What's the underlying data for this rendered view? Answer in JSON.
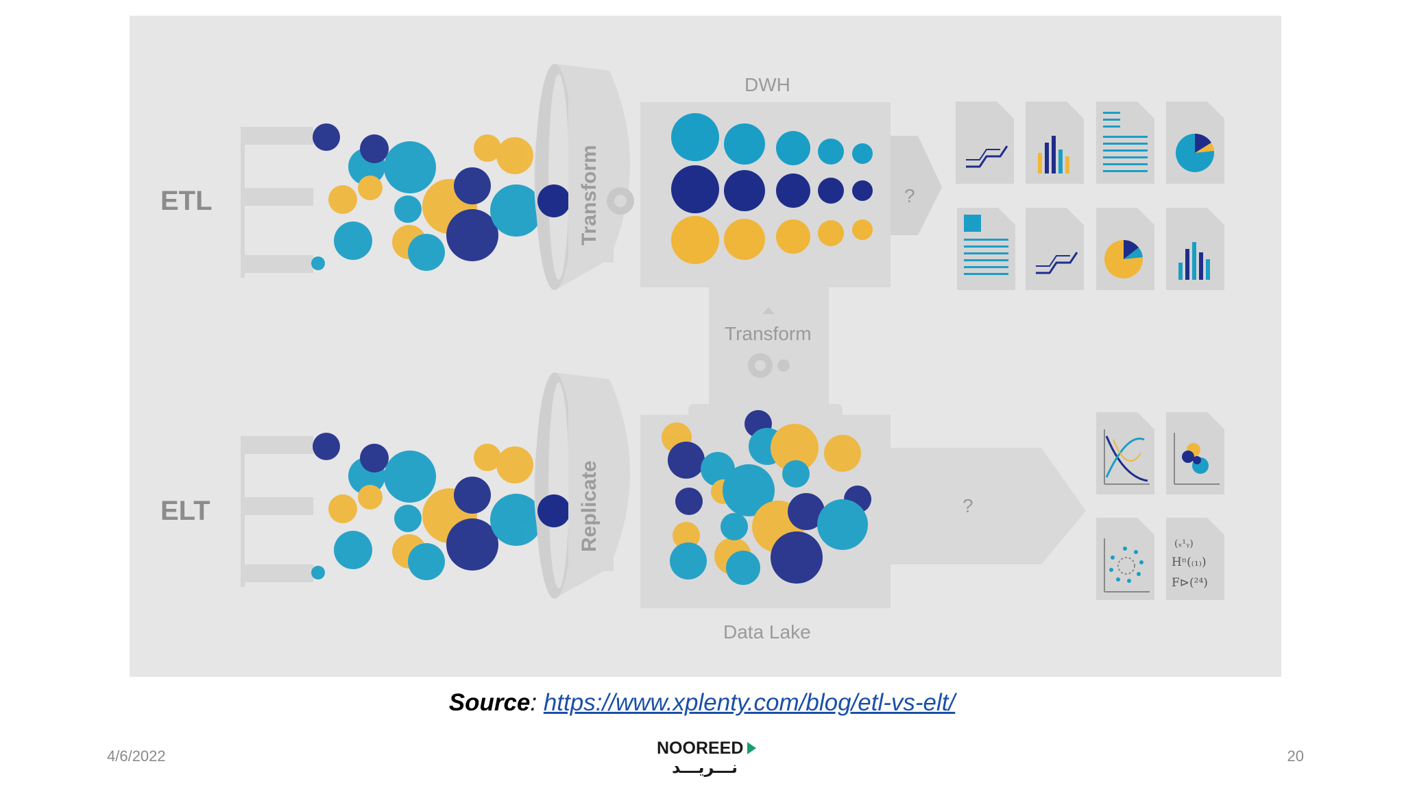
{
  "diagram": {
    "labels": {
      "etl": "ETL",
      "elt": "ELT",
      "dwh": "DWH",
      "transform_funnel": "Transform",
      "transform_middle": "Transform",
      "replicate_funnel": "Replicate",
      "data_lake": "Data Lake",
      "question_top": "?",
      "question_bottom": "?"
    },
    "colors": {
      "navy": "#1f2d8a",
      "teal": "#1a9ec6",
      "gold": "#f0b63a",
      "panel": "#e6e6e6",
      "shape": "#d9d9d9",
      "label": "#8c8c8c"
    },
    "report_icons_top": [
      "line-chart-doc-icon",
      "bar-chart-doc-icon",
      "text-doc-icon",
      "pie-chart-doc-icon",
      "image-text-doc-icon",
      "line-chart-doc-icon",
      "pie-chart-doc-icon",
      "bar-chart-doc-icon"
    ],
    "report_icons_bottom": [
      "curve-plot-doc-icon",
      "scatter-plot-doc-icon",
      "radial-plot-doc-icon",
      "formula-doc-icon"
    ],
    "formula_lines": [
      "(ₓ¹ᵧ)",
      "Hⁿ(₍₁₎)",
      "F⊳(²⁴)"
    ]
  },
  "caption": {
    "source_word": "Source",
    "separator": ": ",
    "url": "https://www.xplenty.com/blog/etl-vs-elt/"
  },
  "footer": {
    "date": "4/6/2022",
    "page_number": "20",
    "logo_latin": "NOOREED",
    "logo_arabic": "نـــريـــد"
  }
}
